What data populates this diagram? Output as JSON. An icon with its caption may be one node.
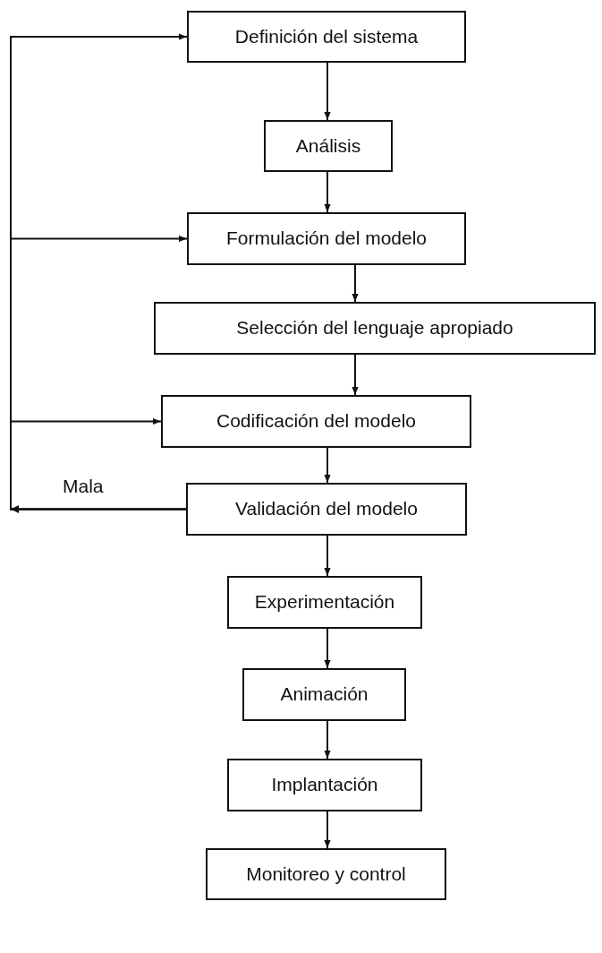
{
  "diagram": {
    "nodes": [
      {
        "text": [
          "Definición del sistema"
        ]
      },
      {
        "text": [
          "Análisis"
        ]
      },
      {
        "text": [
          "Formulación del modelo"
        ]
      },
      {
        "text": [
          "Selección del lenguaje apropiado"
        ]
      },
      {
        "text": [
          "Codificación del modelo"
        ]
      },
      {
        "text": [
          "Validación del modelo"
        ]
      },
      {
        "text": [
          "Experimentación"
        ]
      },
      {
        "text": [
          "Animación"
        ]
      },
      {
        "text": [
          "Implantación"
        ]
      },
      {
        "text": [
          "Monitoreo y control"
        ]
      }
    ],
    "edges": [
      {
        "from": 0,
        "to": 1,
        "arrow": "to"
      },
      {
        "from": 1,
        "to": 2,
        "arrow": "to"
      },
      {
        "from": 2,
        "to": 3,
        "arrow": "to"
      },
      {
        "from": 3,
        "to": 4,
        "arrow": "to"
      },
      {
        "from": 4,
        "to": 5,
        "arrow": "to"
      },
      {
        "from": 5,
        "to": 6,
        "arrow": "to"
      },
      {
        "from": 6,
        "to": 7,
        "arrow": "to"
      },
      {
        "from": 7,
        "to": 8,
        "arrow": "to"
      },
      {
        "from": 8,
        "to": 9,
        "arrow": "to"
      },
      {
        "from": 5,
        "to": 0,
        "arrow": "to",
        "label": "Mala"
      },
      {
        "from": 5,
        "to": 2,
        "arrow": "to"
      },
      {
        "from": 5,
        "to": 4,
        "arrow": "to"
      }
    ]
  }
}
